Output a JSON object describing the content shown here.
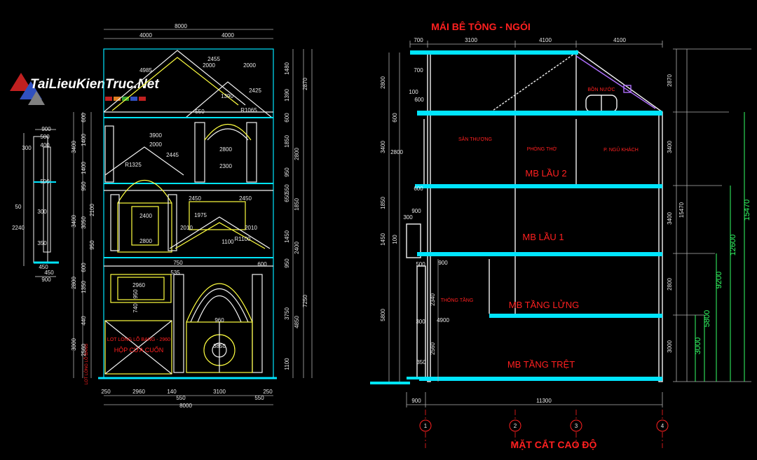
{
  "watermark": "TaiLieuKienTruc.Net",
  "elevation": {
    "top_dims": [
      "8000",
      "4000",
      "4000"
    ],
    "bottom_dims": [
      "250",
      "2960",
      "140",
      "3100",
      "550",
      "250",
      "8000"
    ],
    "bottom_dims2": [
      "550"
    ],
    "inner_dims": [
      "2455",
      "2000",
      "2000",
      "4985",
      "2425",
      "550",
      "1390",
      "R1065",
      "3900",
      "2000",
      "2800",
      "2445",
      "2300",
      "R1325",
      "2450",
      "2450",
      "1975",
      "2400",
      "2800",
      "2010",
      "2010",
      "2960",
      "1100",
      "R1100",
      "750",
      "600",
      "535",
      "960",
      "3850"
    ],
    "left_dims": [
      "600",
      "1400",
      "3400",
      "1400",
      "950",
      "2100",
      "3050",
      "3400",
      "950",
      "600",
      "2800",
      "1350",
      "440",
      "2560",
      "3000",
      "740",
      "950"
    ],
    "right_dims": [
      "1480",
      "1390",
      "2870",
      "600",
      "1850",
      "2800",
      "950",
      "550",
      "650",
      "1850",
      "1450",
      "2400",
      "950",
      "3750",
      "7250",
      "4850",
      "1100"
    ],
    "labels": {
      "lot_long": "LOT LÒNG LỖ BANG - 2960",
      "hop_cua": "HỘP CỬA CUỐN",
      "lot_long_v": "LOT LÒNG LỖ BANG"
    }
  },
  "detail": {
    "dims": [
      "900",
      "500",
      "400",
      "300",
      "500",
      "50",
      "2240",
      "300",
      "350",
      "450",
      "450",
      "900"
    ]
  },
  "section": {
    "top_label": "MÁI BÊ TÔNG - NGÓI",
    "top_dims": [
      "700",
      "3100",
      "4100",
      "4100"
    ],
    "bottom_label": "MẶT CẮT CAO ĐỘ",
    "bottom_dims": [
      "900",
      "11300"
    ],
    "grid": [
      "1",
      "2",
      "3",
      "4"
    ],
    "floors": [
      "MB LẦU 2",
      "MB LẦU 1",
      "MB TẦNG LỬNG",
      "MB TẦNG TRỆT"
    ],
    "rooms": [
      "SÂN THƯỢNG",
      "PHÒNG THỜ",
      "P. NGỦ KHÁCH",
      "THÔNG TẦNG",
      "BỒN NƯỚC"
    ],
    "left_dims": [
      "2800",
      "700",
      "100",
      "600",
      "600",
      "3400",
      "2800",
      "600",
      "1850",
      "900",
      "300",
      "1450",
      "100",
      "500",
      "900",
      "5800",
      "2340",
      "4900",
      "300",
      "2560",
      "350"
    ],
    "right_dims": [
      "2870",
      "3400",
      "3400",
      "15470",
      "2800",
      "3000",
      "12600",
      "9200",
      "5800",
      "3000"
    ],
    "level_marks": [
      "15470",
      "12600",
      "9200",
      "5800",
      "3000"
    ]
  },
  "colors": {
    "background": "#000000",
    "slab": "#00e5ff",
    "wall": "#f2f2f2",
    "trim": "#ffff40",
    "dim_text": "#e8e8e8",
    "label_red": "#ff2020",
    "level_green": "#33ff66",
    "purple": "#b070ff"
  }
}
